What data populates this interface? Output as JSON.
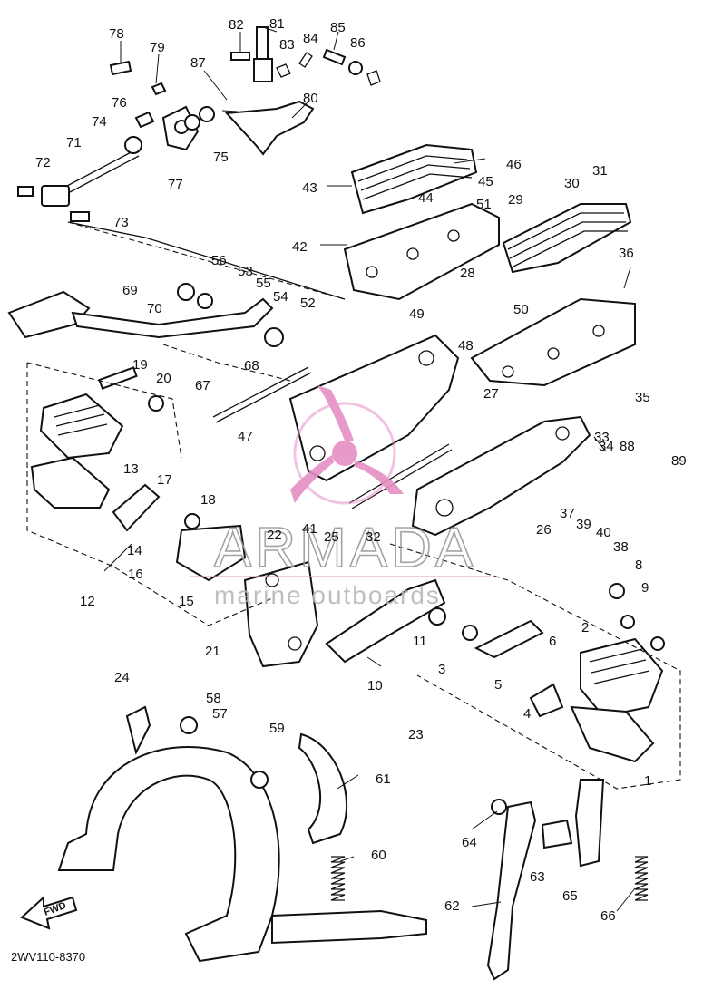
{
  "diagram": {
    "part_numbers": [
      "1",
      "2",
      "3",
      "4",
      "5",
      "6",
      "8",
      "9",
      "10",
      "11",
      "12",
      "13",
      "14",
      "15",
      "16",
      "17",
      "18",
      "19",
      "20",
      "21",
      "22",
      "23",
      "24",
      "25",
      "26",
      "27",
      "28",
      "29",
      "30",
      "31",
      "32",
      "33",
      "34",
      "35",
      "36",
      "37",
      "38",
      "39",
      "40",
      "41",
      "42",
      "43",
      "44",
      "45",
      "46",
      "47",
      "48",
      "49",
      "50",
      "51",
      "52",
      "53",
      "54",
      "55",
      "56",
      "57",
      "58",
      "59",
      "60",
      "61",
      "62",
      "63",
      "64",
      "65",
      "66",
      "67",
      "68",
      "69",
      "70",
      "71",
      "72",
      "73",
      "74",
      "75",
      "76",
      "77",
      "78",
      "79",
      "80",
      "81",
      "82",
      "83",
      "84",
      "85",
      "86",
      "87",
      "88",
      "89"
    ],
    "diagram_code": "2WV110-8370",
    "forward_marker": "FWD"
  },
  "watermark": {
    "title": "ARMADA",
    "subtitle": "marine outboards",
    "logo_color": "#e58fc4",
    "text_color": "#9a9a9a"
  }
}
